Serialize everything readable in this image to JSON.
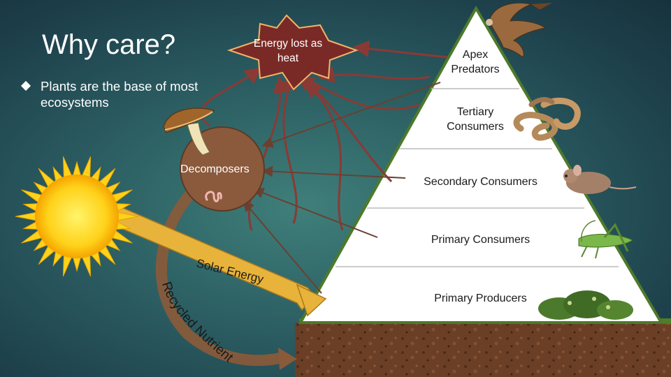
{
  "slide": {
    "title": "Why care?",
    "bullet": "Plants are the base of most ecosystems"
  },
  "labels": {
    "energy_lost": "Energy lost as heat",
    "decomposers": "Decomposers",
    "solar_energy": "Solar Energy",
    "recycled_nutrients": "Recycled Nutrients"
  },
  "pyramid": {
    "levels": [
      {
        "name": "Apex Predators",
        "organism_icon": "hawk-icon"
      },
      {
        "name": "Tertiary Consumers",
        "organism_icon": "snake-icon"
      },
      {
        "name": "Secondary Consumers",
        "organism_icon": "mouse-icon"
      },
      {
        "name": "Primary Consumers",
        "organism_icon": "grasshopper-icon"
      },
      {
        "name": "Primary Producers",
        "organism_icon": "shrub-icon"
      }
    ]
  },
  "colors": {
    "heat_arrow": "#8a3a35",
    "star_fill": "#7a2a26",
    "decomposer_fill": "#8b5a3c",
    "solar_arrow": "#e8b33a",
    "nutrient_arrow": "#8a5a3a",
    "pyramid_fill": "#ffffff",
    "pyramid_edge": "#4d7a2a",
    "soil": "#6b3f26"
  }
}
